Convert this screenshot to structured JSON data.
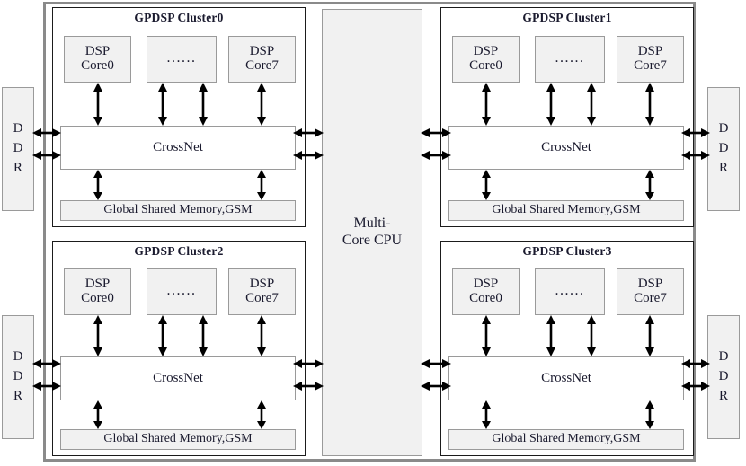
{
  "diagram": {
    "title": "GPDSP multi-cluster architecture block diagram",
    "colors": {
      "chassis_border": "#8a8a8a",
      "cluster_border": "#1b1b1b",
      "box_border": "#9a9a9a",
      "box_fill": "#f1f1f1",
      "crossnet_fill": "#ffffff",
      "arrow": "#000000",
      "text": "#1a1a2e"
    },
    "center": {
      "label_line1": "Multi-",
      "label_line2": "Core CPU"
    },
    "memory_left_top": {
      "l1": "D",
      "l2": "D",
      "l3": "R"
    },
    "memory_left_bottom": {
      "l1": "D",
      "l2": "D",
      "l3": "R"
    },
    "memory_right_top": {
      "l1": "D",
      "l2": "D",
      "l3": "R"
    },
    "memory_right_bottom": {
      "l1": "D",
      "l2": "D",
      "l3": "R"
    },
    "clusters": [
      {
        "title": "GPDSP Cluster0",
        "core_first": {
          "l1": "DSP",
          "l2": "Core0"
        },
        "core_ellipsis": "......",
        "core_last": {
          "l1": "DSP",
          "l2": "Core7"
        },
        "interconnect": "CrossNet",
        "memory": "Global Shared Memory,GSM"
      },
      {
        "title": "GPDSP Cluster1",
        "core_first": {
          "l1": "DSP",
          "l2": "Core0"
        },
        "core_ellipsis": "......",
        "core_last": {
          "l1": "DSP",
          "l2": "Core7"
        },
        "interconnect": "CrossNet",
        "memory": "Global Shared Memory,GSM"
      },
      {
        "title": "GPDSP Cluster2",
        "core_first": {
          "l1": "DSP",
          "l2": "Core0"
        },
        "core_ellipsis": "......",
        "core_last": {
          "l1": "DSP",
          "l2": "Core7"
        },
        "interconnect": "CrossNet",
        "memory": "Global Shared Memory,GSM"
      },
      {
        "title": "GPDSP Cluster3",
        "core_first": {
          "l1": "DSP",
          "l2": "Core0"
        },
        "core_ellipsis": "......",
        "core_last": {
          "l1": "DSP",
          "l2": "Core7"
        },
        "interconnect": "CrossNet",
        "memory": "Global Shared Memory,GSM"
      }
    ]
  }
}
